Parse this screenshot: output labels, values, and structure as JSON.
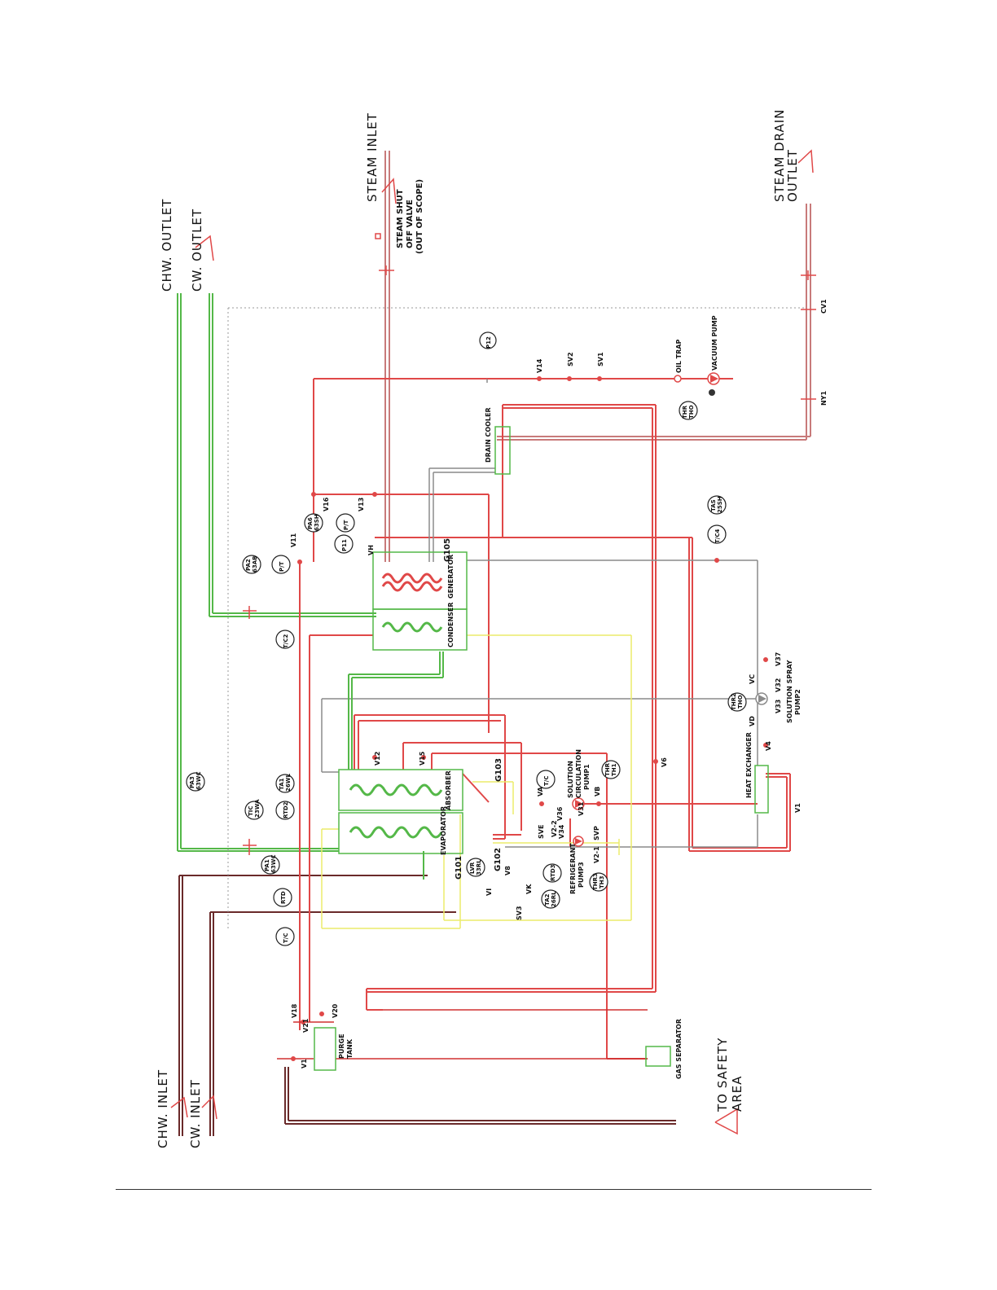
{
  "colors": {
    "steam": "#e04848",
    "chilled_water": "#54b848",
    "solution": "#ecec6a",
    "grey": "#8a8a8a",
    "dark": "#6a2a2a",
    "purge": "#d03030"
  },
  "terminals": {
    "chw_outlet": "CHW. OUTLET",
    "cw_outlet": "CW. OUTLET",
    "chw_inlet": "CHW. INLET",
    "cw_inlet": "CW. INLET",
    "steam_inlet": "STEAM INLET",
    "steam_drain_line1": "STEAM DRAIN",
    "steam_drain_line2": "OUTLET",
    "safety_line1": "TO SAFETY",
    "safety_line2": "AREA"
  },
  "shutoff": {
    "line1": "STEAM SHUT",
    "line2": "OFF VALVE",
    "line3": "(OUT OF SCOPE)"
  },
  "components": {
    "generator": "GENERATOR",
    "condenser": "CONDENSER",
    "absorber": "ABSORBER",
    "evaporator": "EVAPORATOR",
    "heat_exchanger": "HEAT EXCHANGER",
    "drain_cooler": "DRAIN COOLER",
    "purge_tank_line1": "PURGE",
    "purge_tank_line2": "TANK",
    "gas_separator": "GAS SEPARATOR",
    "oil_trap": "OIL TRAP",
    "vacuum_pump": "VACUUM PUMP",
    "sol_circ_pump_line1": "SOLUTION",
    "sol_circ_pump_line2": "CIRCULATION",
    "sol_circ_pump_line3": "PUMP1",
    "sol_spray_pump_line1": "SOLUTION SPRAY",
    "sol_spray_pump_line2": "PUMP2",
    "refrig_pump_line1": "REFRIGERANT",
    "refrig_pump_line2": "PUMP3"
  },
  "valves": {
    "v14": "V14",
    "sv2": "SV2",
    "sv1": "SV1",
    "cv1": "CV1",
    "ny1": "NY1",
    "v16": "V16",
    "v13": "V13",
    "v11": "V11",
    "vh": "VH",
    "v12": "V12",
    "v15": "V15",
    "v6": "V6",
    "v4": "V4",
    "v1_right": "V1",
    "v37": "V37",
    "v32": "V32",
    "v33": "V33",
    "vc": "VC",
    "vd": "VD",
    "va": "VA",
    "vb": "VB",
    "v36": "V36",
    "v34": "V34",
    "v31": "V31",
    "v22": "V2-2",
    "v21": "V2-1",
    "sve": "SVE",
    "svp": "SVP",
    "v8": "V8",
    "vi": "VI",
    "vk": "VK",
    "sv3": "SV3",
    "v18": "V18",
    "v20": "V20",
    "v21b": "V21",
    "v1_left": "V1"
  },
  "tags": {
    "g101": "G101",
    "g102": "G102",
    "g103": "G103",
    "g105": "G105"
  },
  "instruments": {
    "p12": "P12",
    "thr0": "THR",
    "tho": "THO",
    "tas_top": "TAS",
    "tas_top_sub": "25SH",
    "tc4": "T/C4",
    "pa6": "PA6",
    "pa6_sub": "63SH",
    "p11": "P11",
    "pt_a": "P/T",
    "pa2": "PA2",
    "pa2_sub": "63AB",
    "pt_b": "P/T",
    "tc2": "T/C2",
    "thr2": "THR2",
    "tho2": "THO",
    "thr1": "THR",
    "th1": "TH1",
    "tc_mid": "T/C",
    "tho3": "THR3",
    "th3": "TH3",
    "rtd3": "RTD3",
    "ta2": "TA2",
    "ta2_sub": "26RL",
    "lvr": "LVR",
    "lvr_sub": "33RL",
    "pa3": "PA3",
    "pa3_sub": "63WC",
    "ta1": "TA1",
    "ta1_sub": "26WL",
    "tic": "TIC",
    "tic_sub": "23WA",
    "rtd2": "RTD2",
    "pa1": "PA1",
    "pa1_sub": "63WC",
    "rtd": "RTD",
    "tc_low": "T/C"
  }
}
